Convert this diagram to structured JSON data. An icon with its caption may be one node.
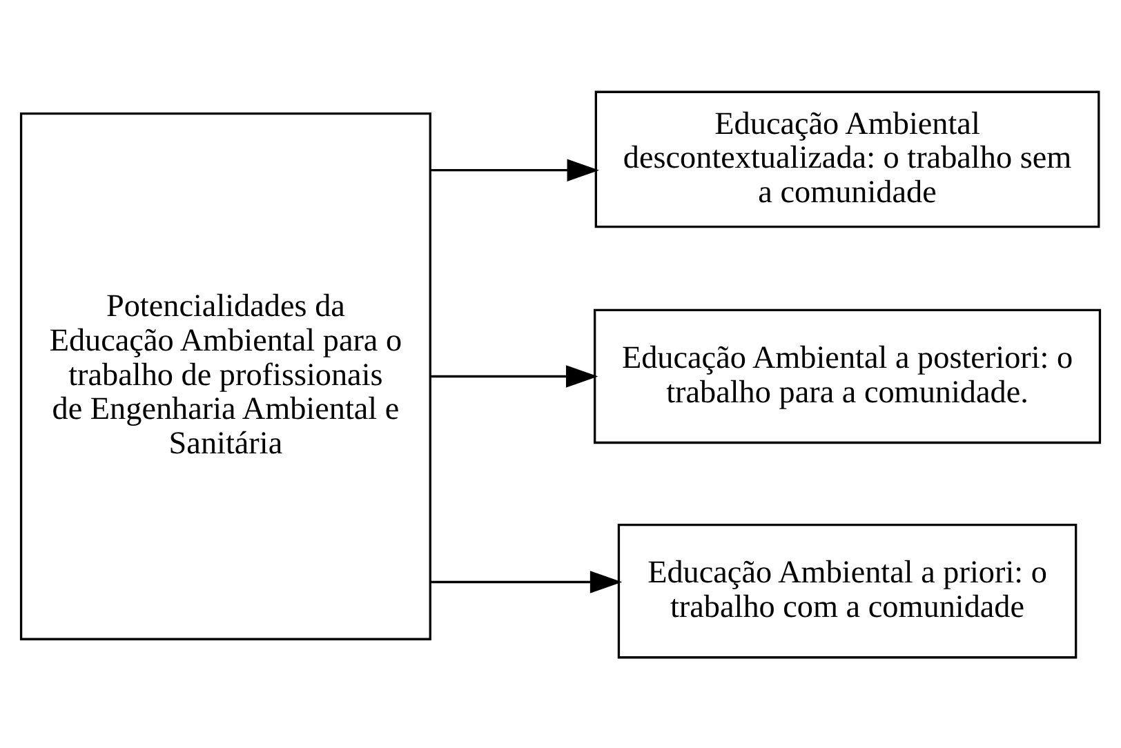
{
  "diagram": {
    "nodes": [
      {
        "text": [
          "Potencialidades da Educação Ambiental para o trabalho de profissionais de Engenharia Ambiental e Sanitária"
        ]
      },
      {
        "text": [
          "Educação Ambiental descontextualizada: o trabalho sem a comunidade"
        ]
      },
      {
        "text": [
          "Educação Ambiental a posteriori: o trabalho para a comunidade."
        ]
      },
      {
        "text": [
          "Educação Ambiental a priori: o trabalho com a comunidade"
        ]
      }
    ],
    "edges": [
      {
        "from": 0,
        "to": 1,
        "arrow": "to"
      },
      {
        "from": 0,
        "to": 2,
        "arrow": "to"
      },
      {
        "from": 0,
        "to": 3,
        "arrow": "to"
      }
    ]
  }
}
